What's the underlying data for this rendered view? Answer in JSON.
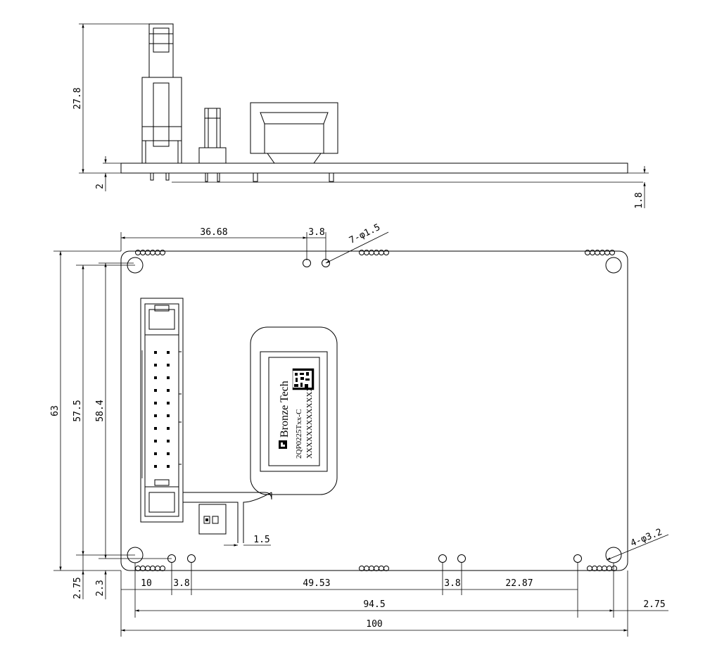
{
  "side_view": {
    "dims": {
      "height": "27.8",
      "board_offset": "2",
      "thickness": "1.8"
    }
  },
  "top_view": {
    "dims": {
      "d36_68": "36.68",
      "d3_8_top": "3.8",
      "holes_small": "7-φ1.5",
      "holes_large": "4-φ3.2",
      "h63": "63",
      "h57_5": "57.5",
      "h58_4": "58.4",
      "h2_75_left": "2.75",
      "h2_3": "2.3",
      "d1_5": "1.5",
      "b10": "10",
      "b3_8_a": "3.8",
      "b49_53": "49.53",
      "b3_8_b": "3.8",
      "b22_87": "22.87",
      "w94_5": "94.5",
      "w2_75_right": "2.75",
      "w100": "100"
    },
    "label": {
      "brand": "Bronze Tech",
      "model": "2QP0225Txx-C",
      "serial": "XXXXXXXXXXXXX"
    }
  }
}
